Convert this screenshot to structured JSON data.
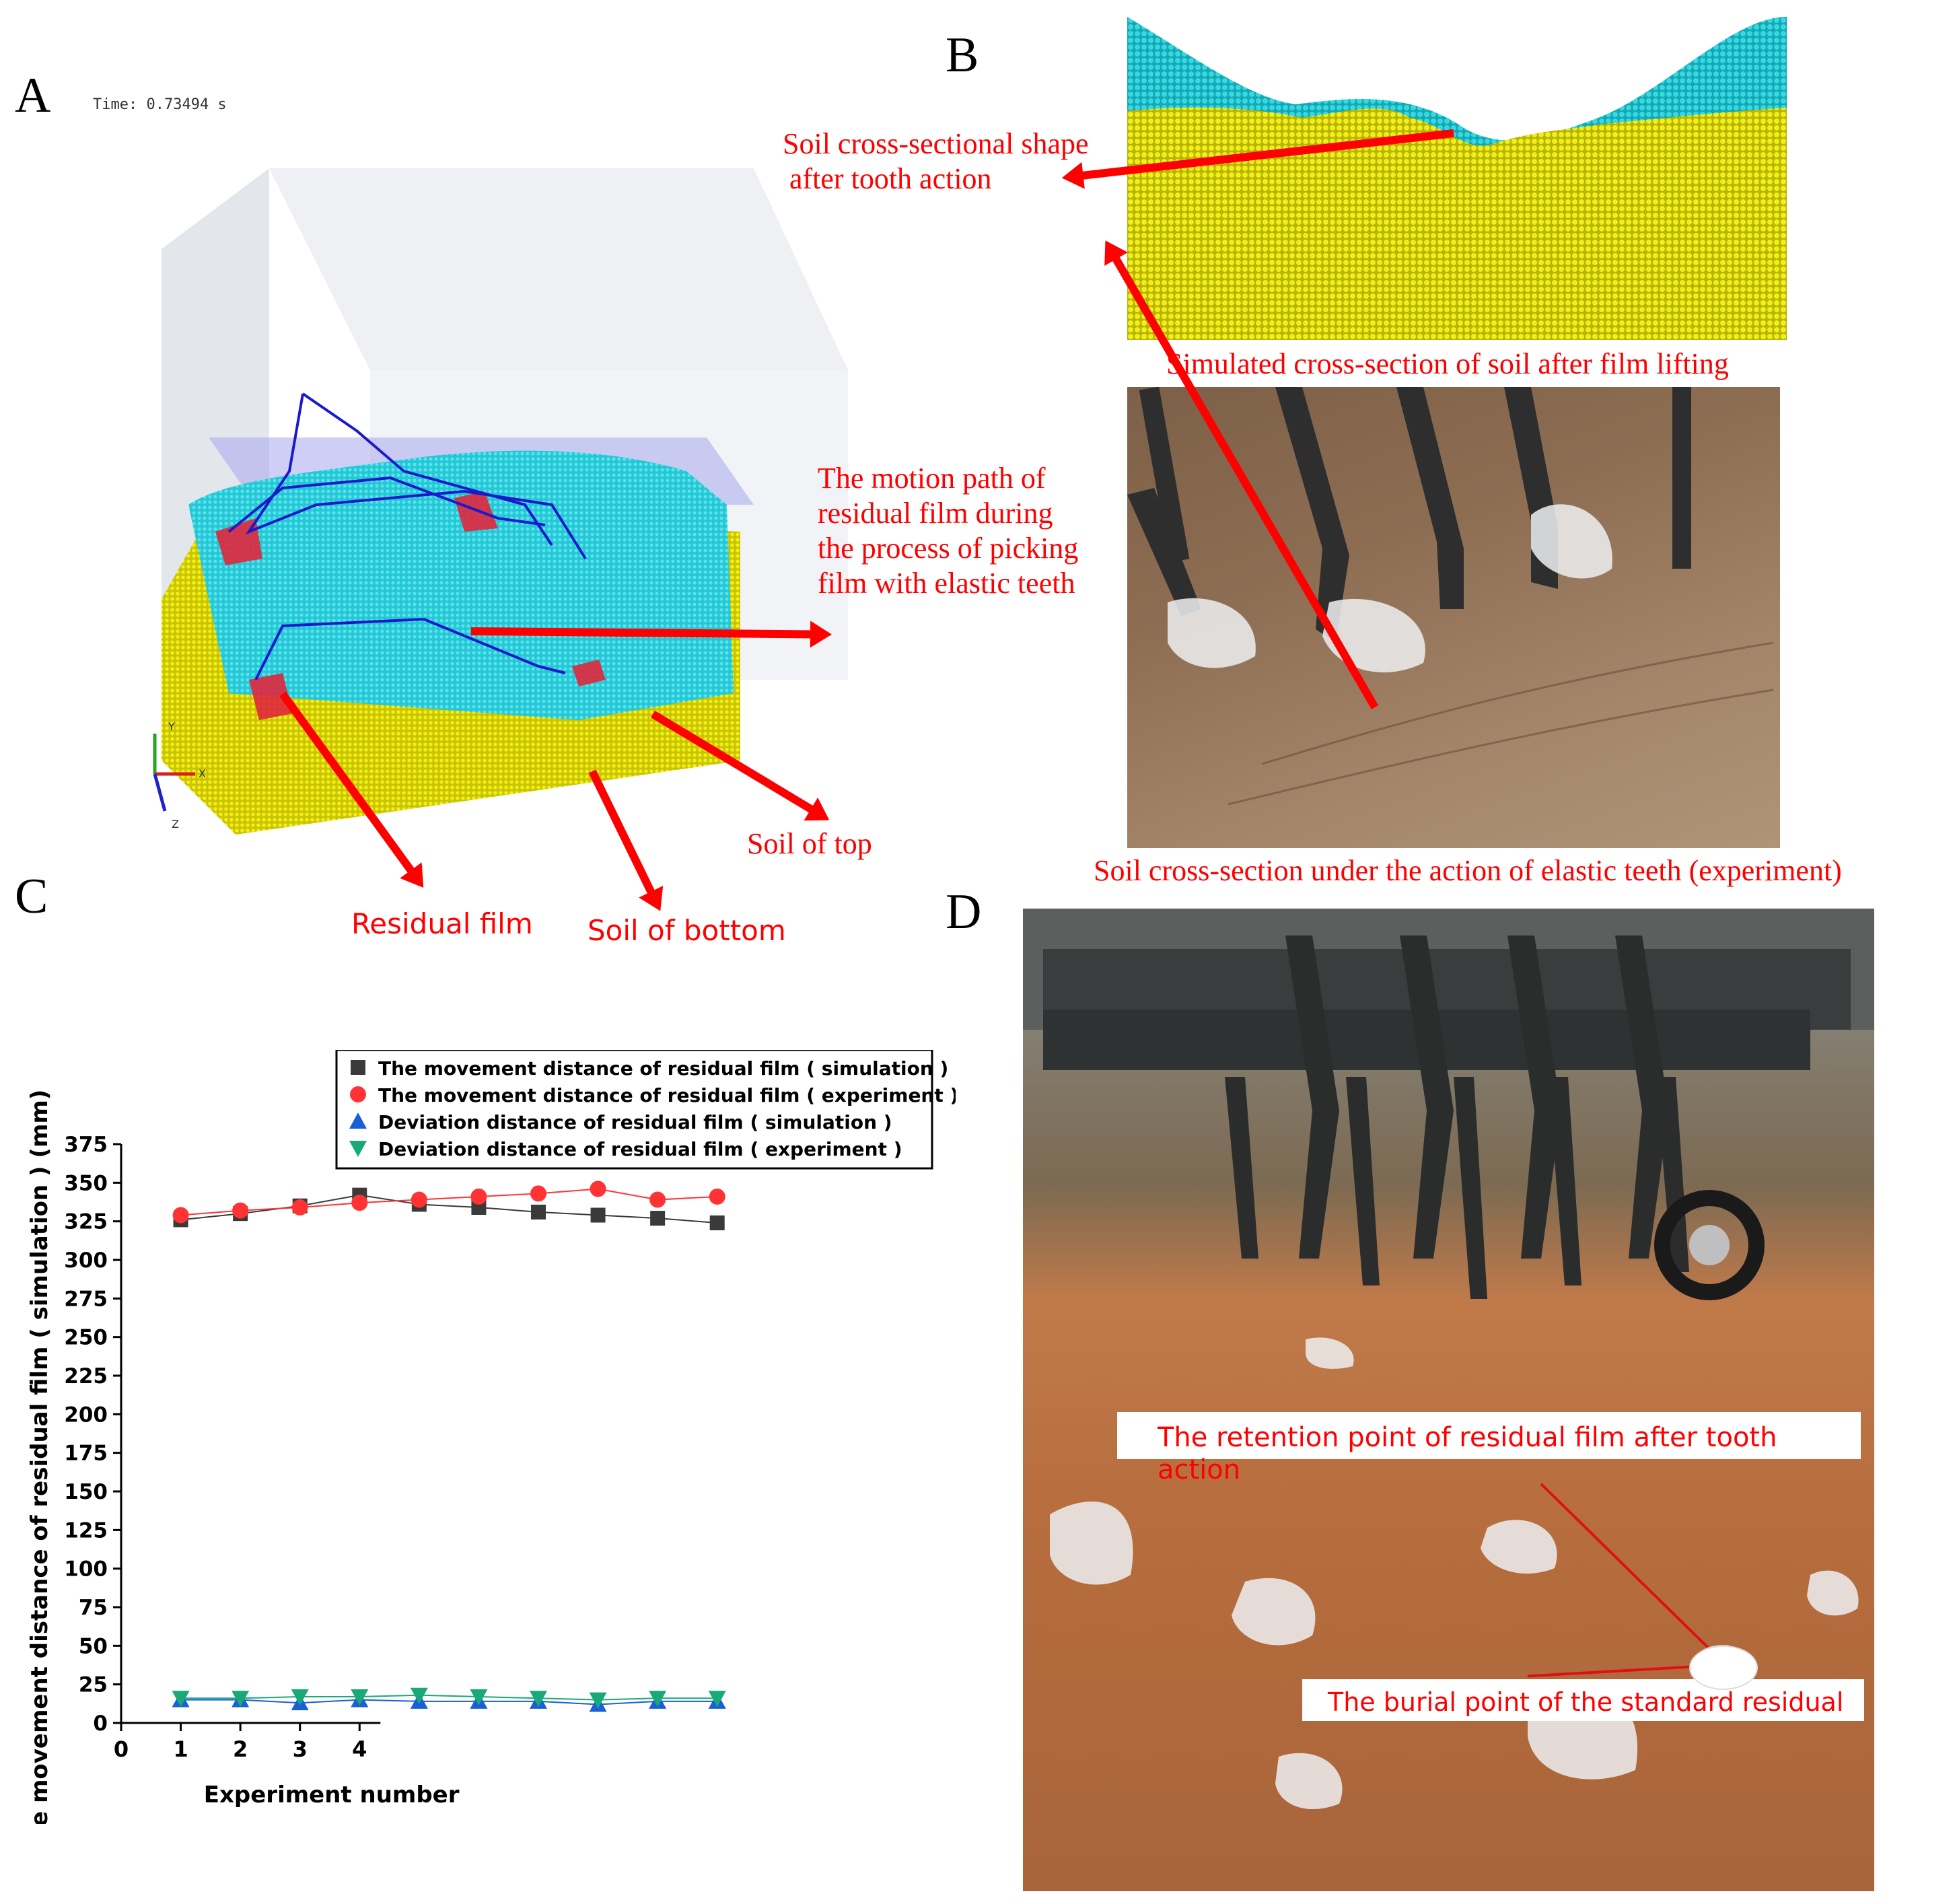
{
  "panels": {
    "a": {
      "letter": "A",
      "time": "Time: 0.73494 s",
      "label_motion_path": [
        "The motion path of",
        "residual film during",
        "the process of picking",
        "film with elastic teeth"
      ],
      "label_soil_top": "Soil of top",
      "label_residual_film": "Residual film",
      "label_soil_bottom": "Soil of bottom",
      "axis_y": "Y",
      "axis_x": "X",
      "axis_z": "Z"
    },
    "b": {
      "letter": "B",
      "label_shape": [
        "Soil cross-sectional shape",
        "after tooth action"
      ],
      "label_simulated": "Simulated cross-section of soil after film lifting",
      "label_experiment": "Soil cross-section under the action of elastic teeth (experiment)"
    },
    "c": {
      "letter": "C"
    },
    "d": {
      "letter": "D",
      "label_retention": "The retention point of residual film after tooth action",
      "label_burial": "The burial point of the standard residual"
    }
  },
  "chart_data": {
    "type": "line",
    "xlabel": "Experiment number",
    "ylabel": "The movement distance of residual film ( simulation ) (mm)",
    "ylim": [
      0,
      375
    ],
    "yticks": [
      0,
      25,
      50,
      75,
      100,
      125,
      150,
      175,
      200,
      225,
      250,
      275,
      300,
      325,
      350,
      375
    ],
    "xticks": [
      0,
      1,
      2,
      3,
      4
    ],
    "x": [
      1,
      2,
      3,
      4,
      5,
      6,
      7,
      8,
      9,
      10
    ],
    "series": [
      {
        "name": "The movement distance of residual film ( simulation )",
        "marker": "square",
        "color": "#3a3a3a",
        "values": [
          326,
          330,
          335,
          342,
          336,
          334,
          331,
          329,
          327,
          324
        ]
      },
      {
        "name": "The movement distance of residual film ( experiment )",
        "marker": "circle",
        "color": "#ff3333",
        "values": [
          329,
          332,
          334,
          337,
          339,
          341,
          343,
          346,
          339,
          341
        ]
      },
      {
        "name": "Deviation distance of residual film  ( simulation )",
        "marker": "triangle-up",
        "color": "#1a5fd6",
        "values": [
          15,
          15,
          13,
          15,
          14,
          14,
          14,
          12,
          14,
          14
        ]
      },
      {
        "name": "Deviation distance of residual film ( experiment )",
        "marker": "triangle-down",
        "color": "#19a878",
        "values": [
          16,
          16,
          17,
          17,
          18,
          17,
          16,
          15,
          16,
          16
        ]
      }
    ],
    "legend_position": "top"
  }
}
